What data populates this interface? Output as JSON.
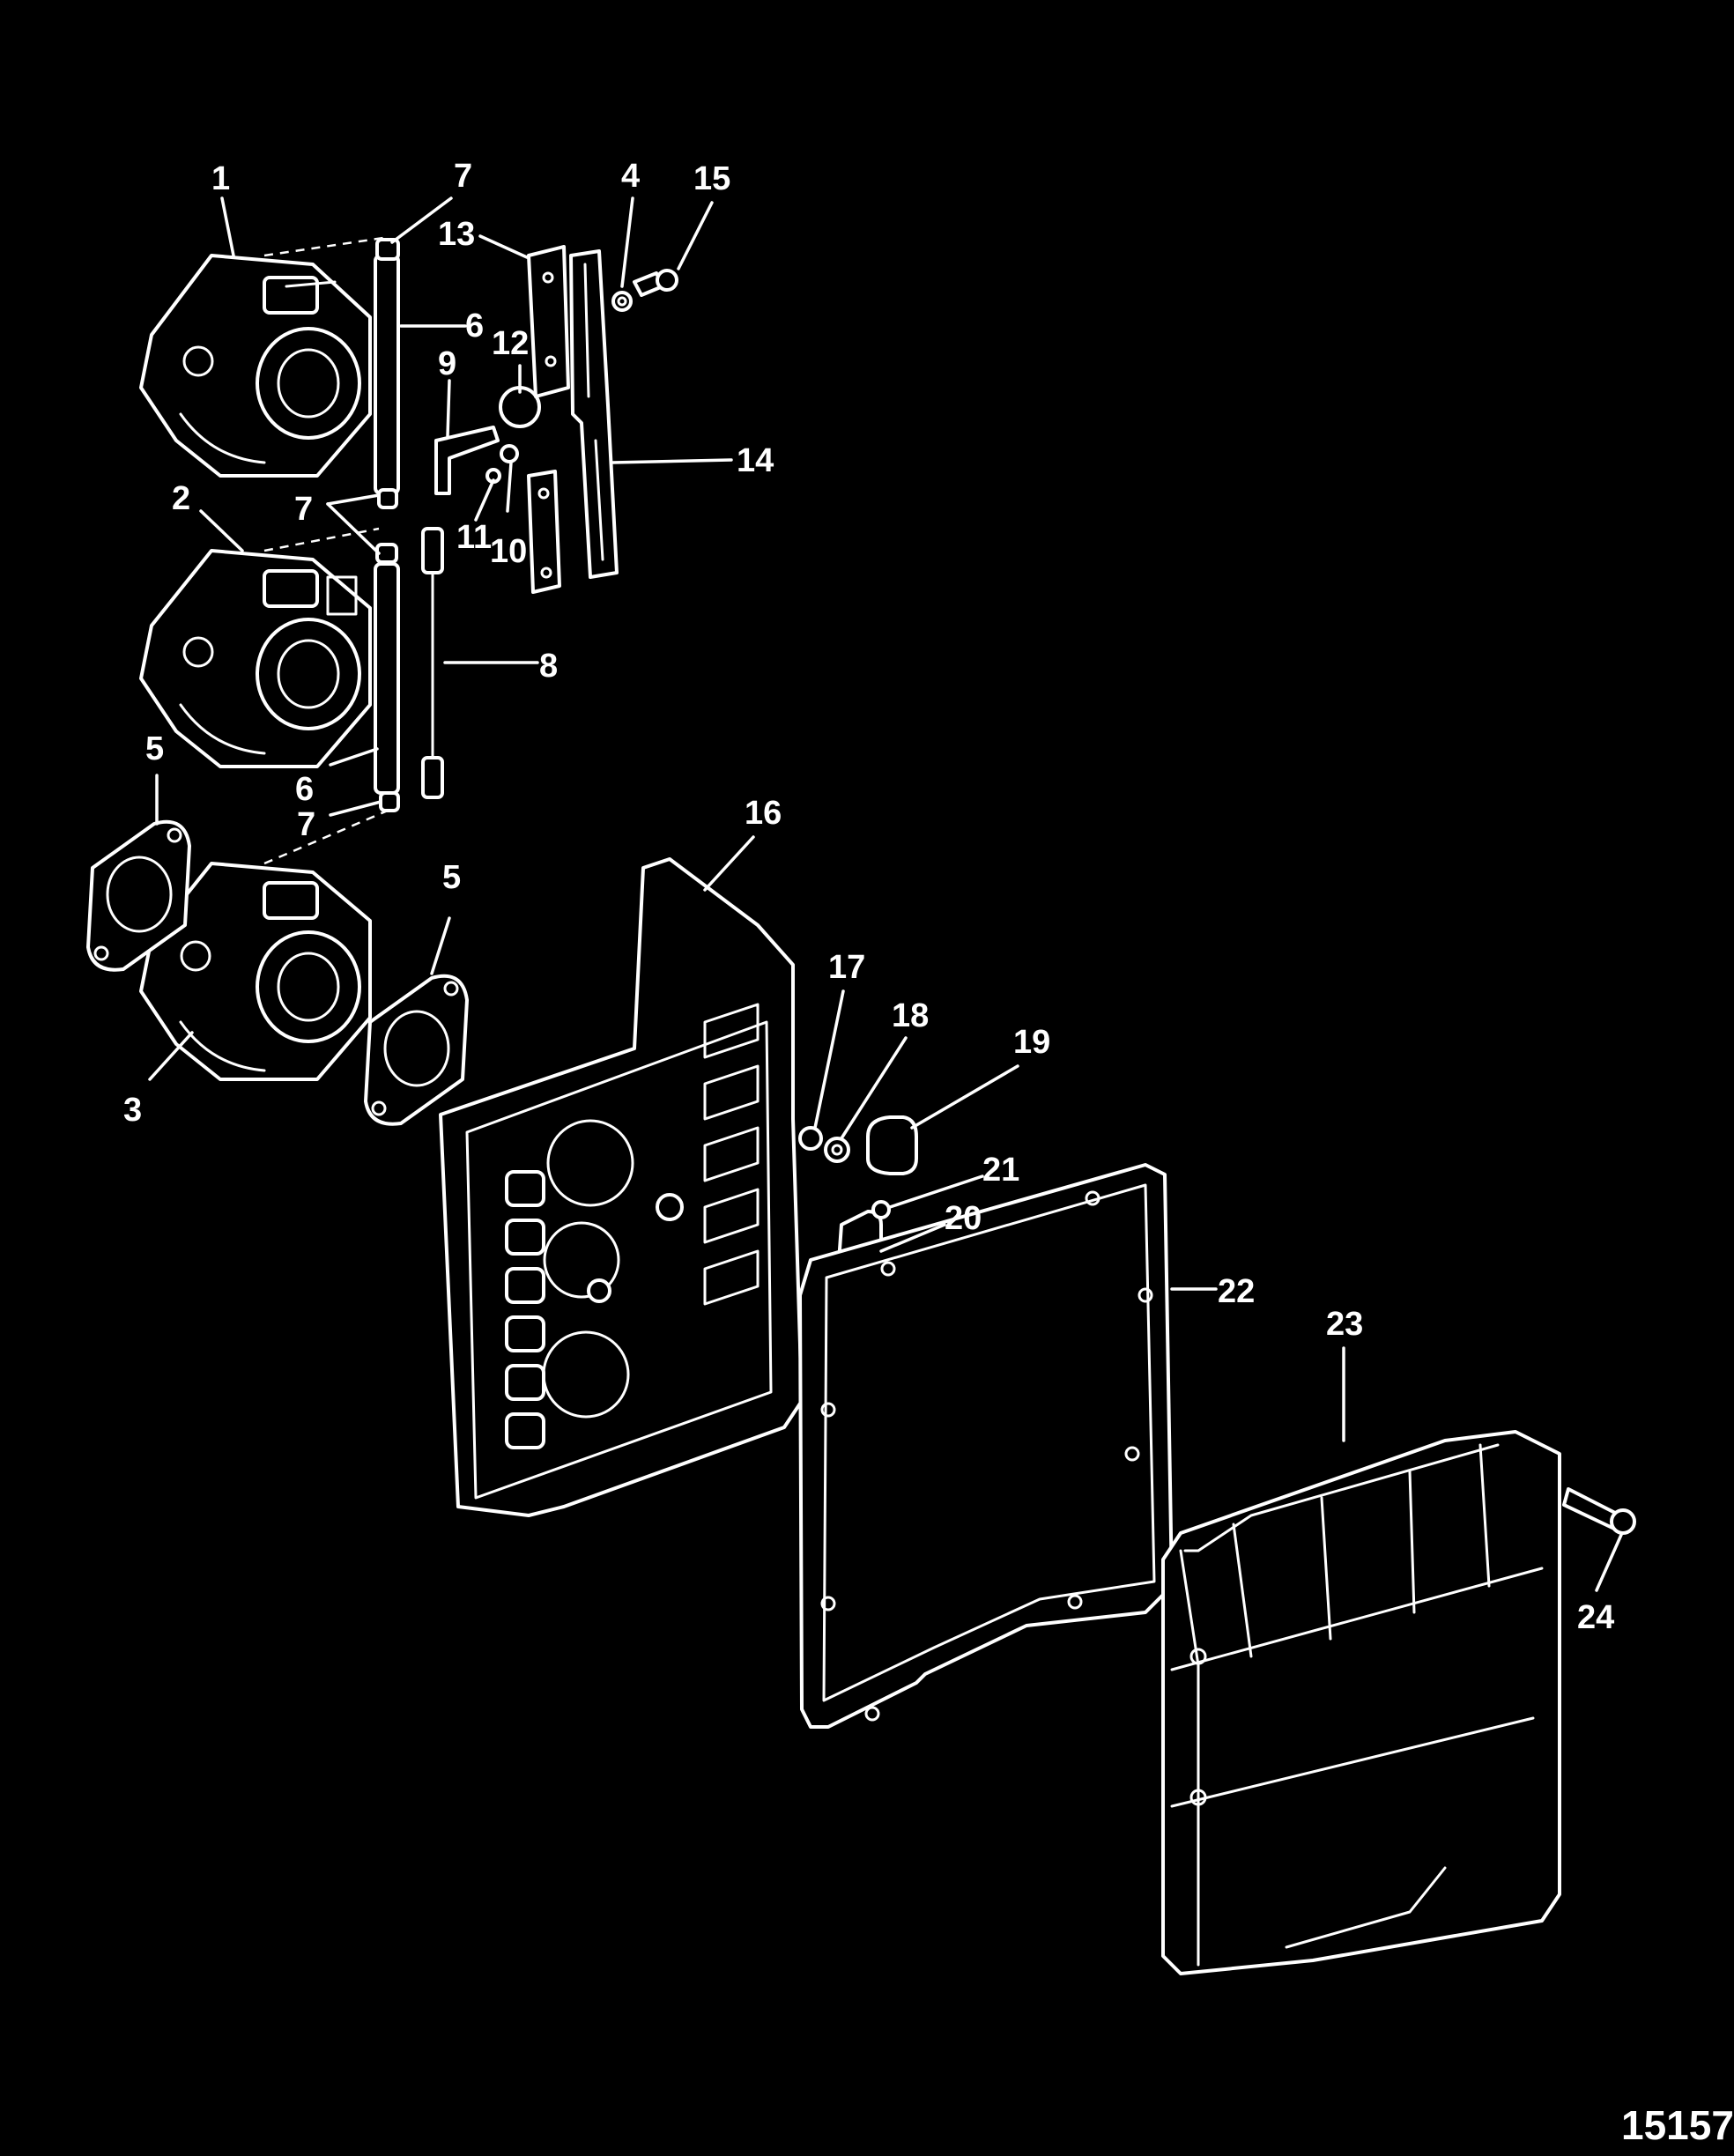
{
  "figure_number": "15157",
  "callouts": [
    "1",
    "2",
    "3",
    "4",
    "5",
    "5",
    "6",
    "6",
    "7",
    "7",
    "7",
    "8",
    "9",
    "10",
    "11",
    "12",
    "13",
    "14",
    "15",
    "16",
    "17",
    "18",
    "19",
    "20",
    "21",
    "22",
    "23",
    "24"
  ],
  "colors": {
    "background": "#000000",
    "line": "#ffffff"
  }
}
